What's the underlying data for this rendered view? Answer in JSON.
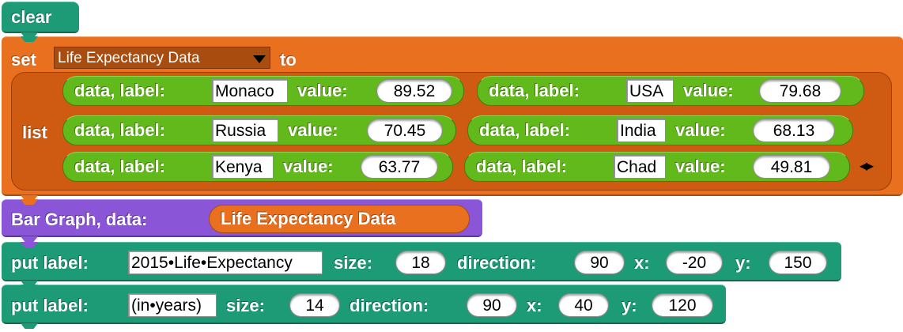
{
  "clear_block": {
    "label": "clear"
  },
  "set_block": {
    "label": "set",
    "variable": "Life Expectancy Data",
    "to_label": "to",
    "list_label": "list",
    "items": [
      {
        "data_label": "data, label:",
        "label": "Monaco",
        "value_label": "value:",
        "value": "89.52"
      },
      {
        "data_label": "data, label:",
        "label": "USA",
        "value_label": "value:",
        "value": "79.68"
      },
      {
        "data_label": "data, label:",
        "label": "Russia",
        "value_label": "value:",
        "value": "70.45"
      },
      {
        "data_label": "data, label:",
        "label": "India",
        "value_label": "value:",
        "value": "68.13"
      },
      {
        "data_label": "data, label:",
        "label": "Kenya",
        "value_label": "value:",
        "value": "63.77"
      },
      {
        "data_label": "data, label:",
        "label": "Chad",
        "value_label": "value:",
        "value": "49.81"
      }
    ],
    "arrows": "◂▸"
  },
  "bar_graph_block": {
    "label": "Bar Graph, data:",
    "variable": "Life Expectancy Data"
  },
  "put_label_blocks": [
    {
      "label": "put label:",
      "text": "2015•Life•Expectancy",
      "size_label": "size:",
      "size": "18",
      "direction_label": "direction:",
      "direction": "90",
      "x_label": "x:",
      "x": "-20",
      "y_label": "y:",
      "y": "150"
    },
    {
      "label": "put label:",
      "text": "(in•years)",
      "size_label": "size:",
      "size": "14",
      "direction_label": "direction:",
      "direction": "90",
      "x_label": "x:",
      "x": "40",
      "y_label": "y:",
      "y": "120"
    }
  ],
  "colors": {
    "control_teal": "#1d9b77",
    "variables_orange": "#e9701f",
    "list_dark_orange": "#cf5a12",
    "custom_purple": "#8a55d7",
    "data_green": "#62b91c"
  }
}
